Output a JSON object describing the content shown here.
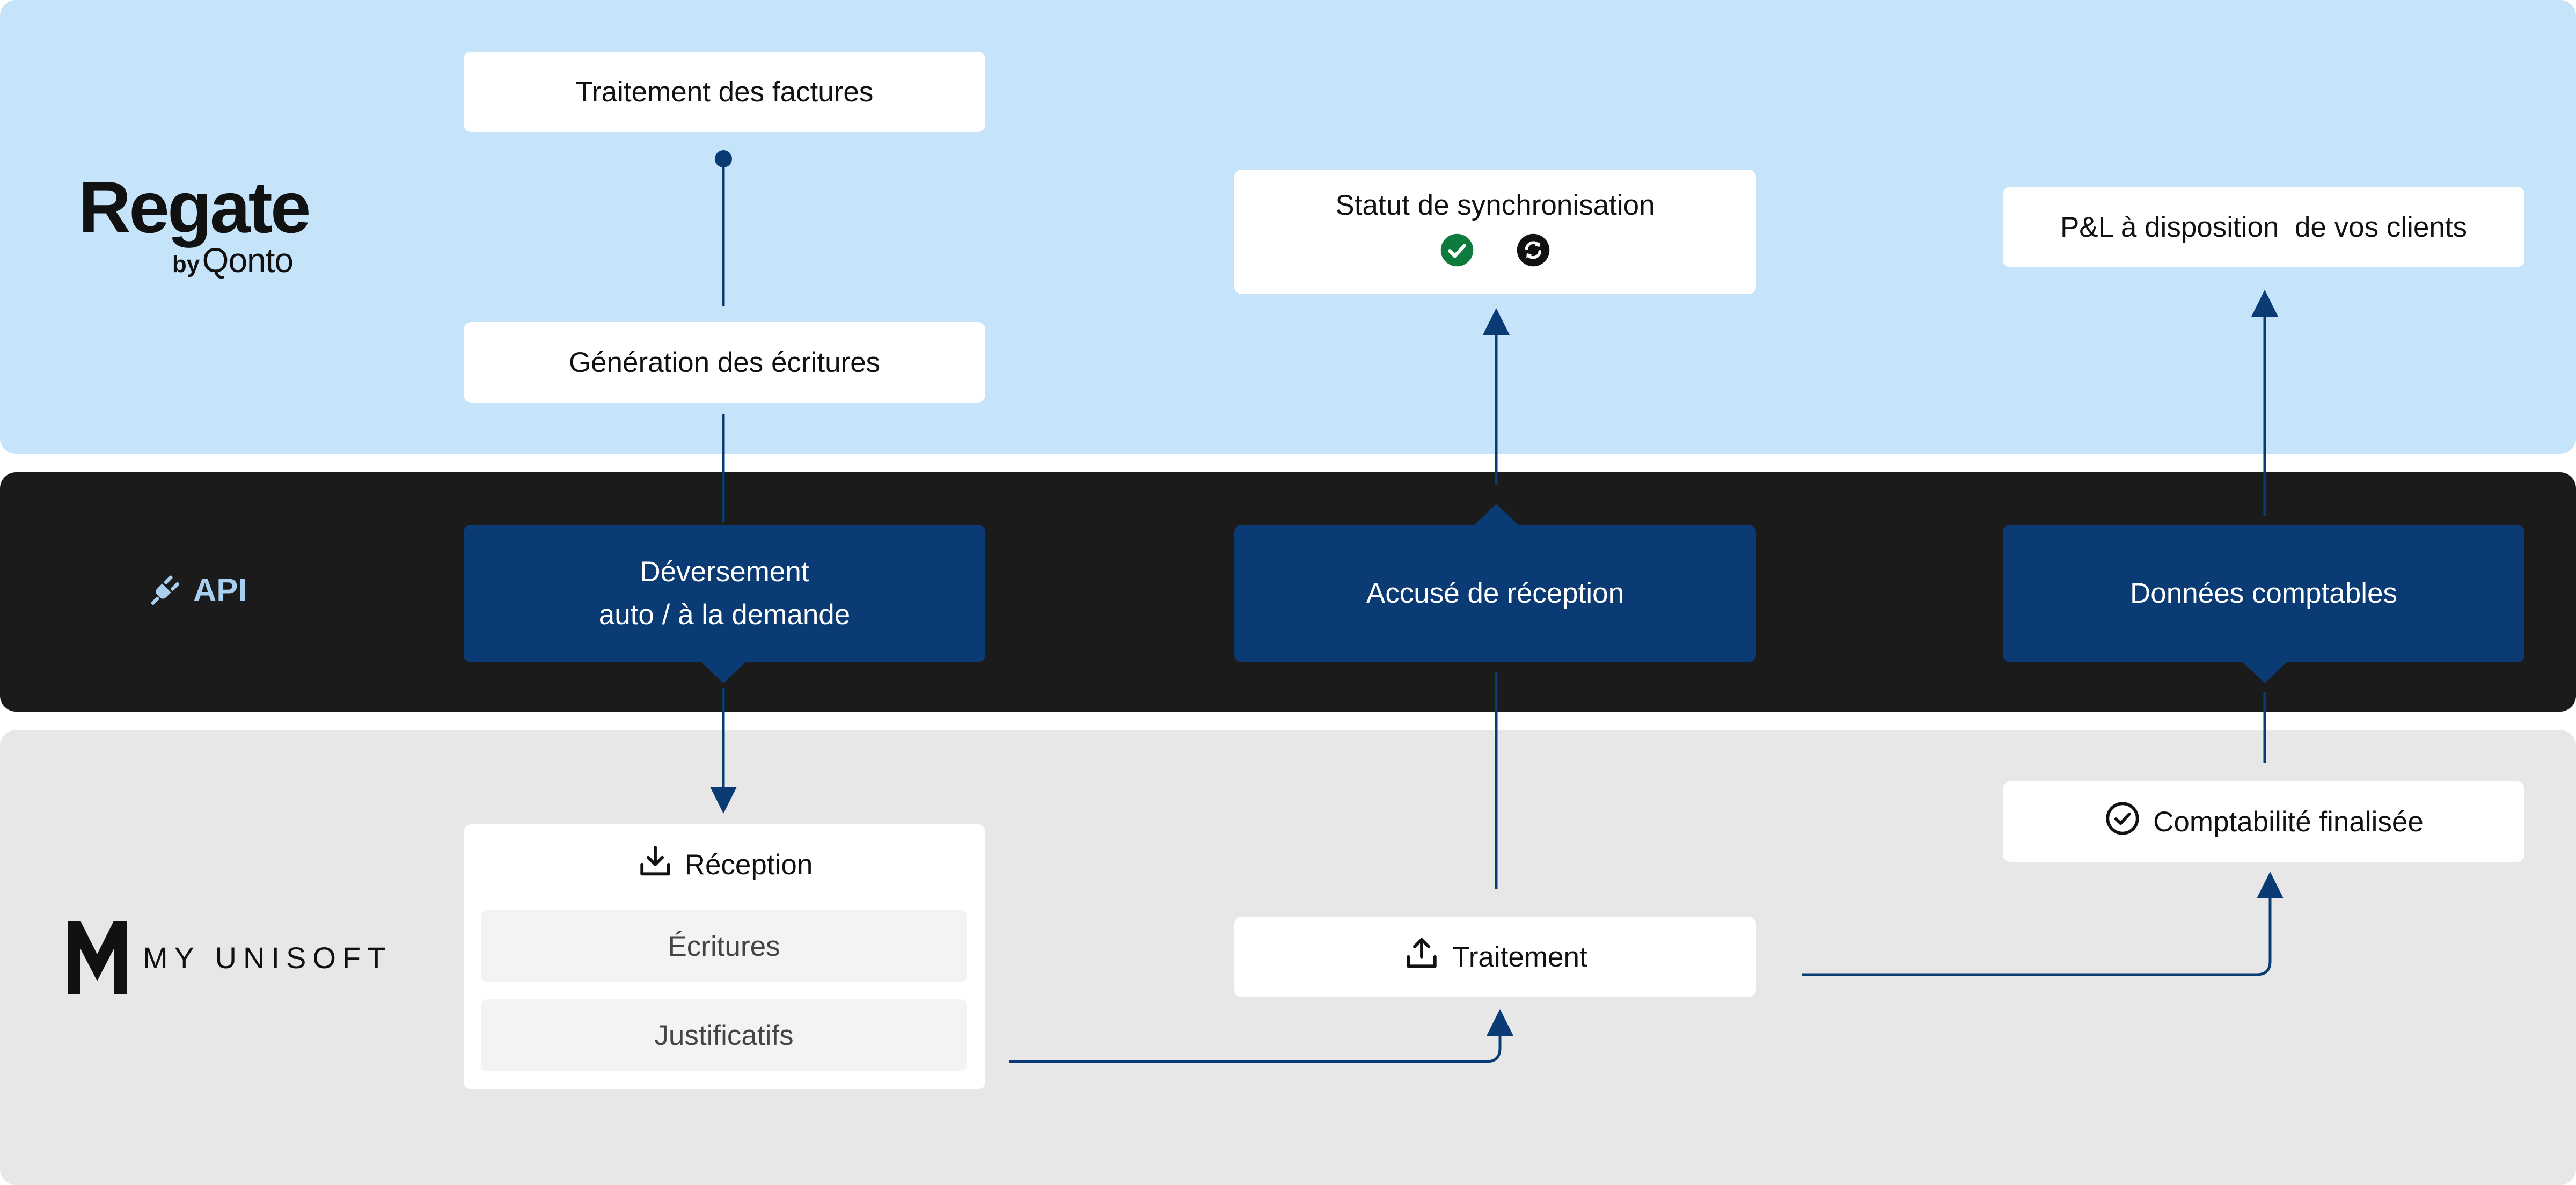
{
  "colors": {
    "regate_band": "#c5e4f9",
    "api_band": "#1b1b1b",
    "myunisoft_band": "#e7e7e7",
    "api_box": "#0b3b74",
    "connector": "#0b3b74",
    "status_ok": "#0d7a3e",
    "status_sync": "#111111",
    "api_icon": "#a8cff0"
  },
  "bands": {
    "regate": {
      "logo": {
        "name": "Regate",
        "sub_prefix": "by",
        "sub_brand": "Qonto"
      }
    },
    "api": {
      "label": "API",
      "icon": "plug-icon"
    },
    "myunisoft": {
      "logo": {
        "name": "MY UNISOFT"
      }
    }
  },
  "nodes": {
    "invoice_processing": {
      "label": "Traitement des factures"
    },
    "entries_generation": {
      "label": "Génération des écritures"
    },
    "sync_status": {
      "label": "Statut de synchronisation",
      "icons": [
        "check-circle-icon",
        "sync-icon"
      ]
    },
    "pl_available": {
      "label": "P&L à disposition  de vos clients"
    },
    "transfer": {
      "line1": "Déversement",
      "line2": "auto / à la demande"
    },
    "acknowledgement": {
      "label": "Accusé de réception"
    },
    "accounting_data": {
      "label": "Données comptables"
    },
    "reception": {
      "label": "Réception",
      "icon": "download-tray-icon",
      "items": [
        "Écritures",
        "Justificatifs"
      ]
    },
    "processing": {
      "label": "Traitement",
      "icon": "upload-tray-icon"
    },
    "accounting_done": {
      "label": "Comptabilité finalisée",
      "icon": "check-circle-outline-icon"
    }
  }
}
